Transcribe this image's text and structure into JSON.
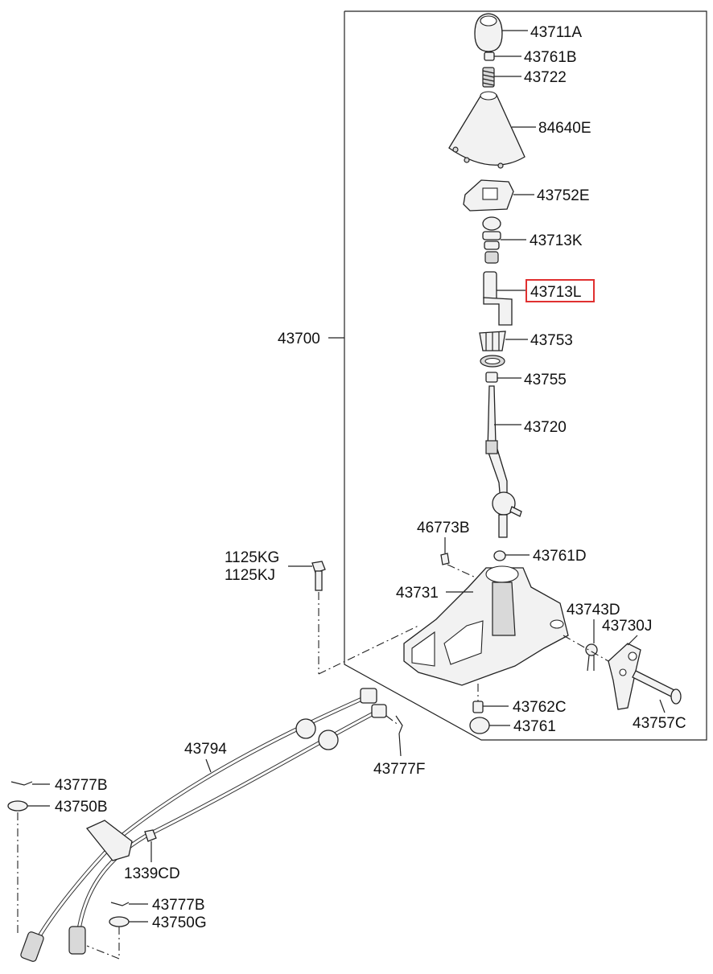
{
  "labels": {
    "p43711A": "43711A",
    "p43761B": "43761B",
    "p43722": "43722",
    "p84640E": "84640E",
    "p43752E": "43752E",
    "p43713K": "43713K",
    "p43713L": "43713L",
    "p43700": "43700",
    "p43753": "43753",
    "p43755": "43755",
    "p43720": "43720",
    "p46773B": "46773B",
    "p43761D": "43761D",
    "p1125KG": "1125KG",
    "p1125KJ": "1125KJ",
    "p43731": "43731",
    "p43743D": "43743D",
    "p43730J": "43730J",
    "p43762C": "43762C",
    "p43761": "43761",
    "p43757C": "43757C",
    "p43794": "43794",
    "p43777F": "43777F",
    "p43777B_top": "43777B",
    "p43750B": "43750B",
    "p1339CD": "1339CD",
    "p43777B_bottom": "43777B",
    "p43750G": "43750G"
  },
  "highlight": {
    "part": "43713L",
    "color": "#e03030"
  }
}
